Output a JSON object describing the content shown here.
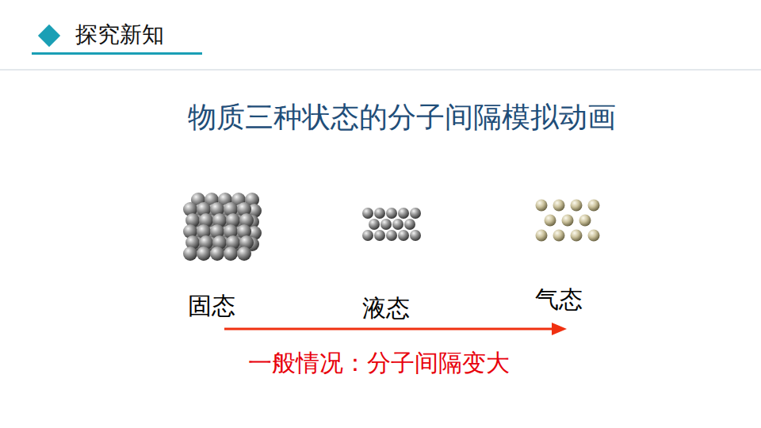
{
  "diagram": {
    "title": "物质三种状态的分子间隔模拟动画",
    "labels": [
      "探究新知",
      "固态",
      "液态",
      "气态",
      "一般情况：分子间隔变大"
    ]
  }
}
